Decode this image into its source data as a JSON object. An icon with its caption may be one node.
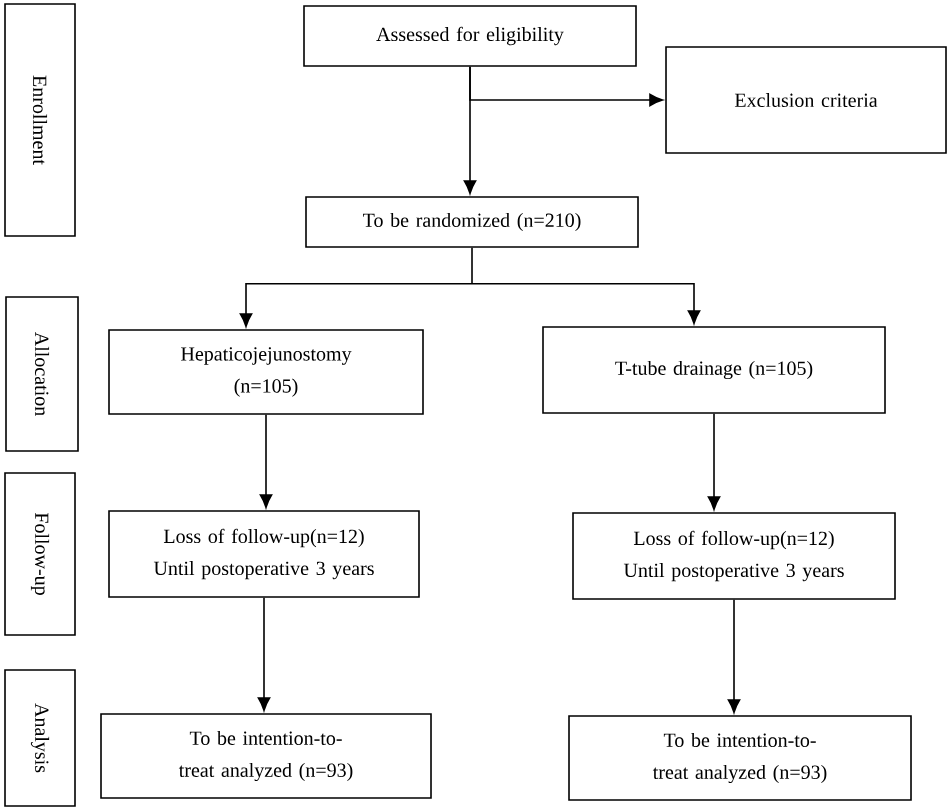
{
  "diagram": {
    "nodes": [
      {
        "text": [
          "Enrollment"
        ]
      },
      {
        "text": [
          "Assessed for eligibility"
        ]
      },
      {
        "text": [
          "Exclusion criteria"
        ]
      },
      {
        "text": [
          "To be randomized (n=210)"
        ]
      },
      {
        "text": [
          "Allocation"
        ]
      },
      {
        "text": [
          "Hepaticojejunostomy (n=105)"
        ]
      },
      {
        "text": [
          "T-tube drainage (n=105)"
        ]
      },
      {
        "text": [
          "Follow-up"
        ]
      },
      {
        "text": [
          "Loss of follow-up(n=12) Until postoperative 3 years"
        ]
      },
      {
        "text": [
          "Loss of follow-up(n=12) Until postoperative 3 years"
        ]
      },
      {
        "text": [
          "Analysis"
        ]
      },
      {
        "text": [
          "To be intention-to-treat analyzed (n=93)"
        ]
      },
      {
        "text": [
          "To be intention-to-treat analyzed (n=93)"
        ]
      }
    ],
    "edges": [
      {
        "from": 1,
        "to": 3,
        "arrow": "to"
      },
      {
        "from": 1,
        "to": 2,
        "arrow": "to"
      },
      {
        "from": 3,
        "to": 5,
        "arrow": "to"
      },
      {
        "from": 3,
        "to": 6,
        "arrow": "to"
      },
      {
        "from": 5,
        "to": 8,
        "arrow": "to"
      },
      {
        "from": 6,
        "to": 9,
        "arrow": "to"
      },
      {
        "from": 8,
        "to": 11,
        "arrow": "to"
      },
      {
        "from": 9,
        "to": 12,
        "arrow": "to"
      }
    ]
  }
}
